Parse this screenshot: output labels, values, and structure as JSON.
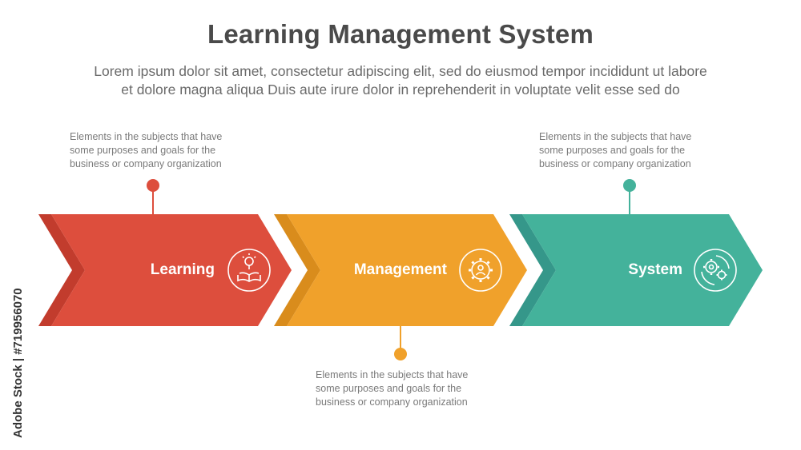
{
  "title": "Learning Management System",
  "subtitle_line1": "Lorem ipsum dolor sit amet, consectetur adipiscing elit, sed do eiusmod tempor incididunt ut labore",
  "subtitle_line2": "et dolore magna aliqua Duis aute irure dolor in reprehenderit in voluptate velit esse sed do",
  "stock_tag": "Adobe Stock | #719956070",
  "steps": [
    {
      "label": "Learning",
      "color": "#dd4e3d",
      "shade": "#c23c2d",
      "icon": "book-lightbulb-icon",
      "note": [
        "Elements in the subjects that have",
        "some purposes and goals for the",
        "business or company organization"
      ]
    },
    {
      "label": "Management",
      "color": "#f0a12b",
      "shade": "#d98c1c",
      "icon": "gear-person-icon",
      "note": [
        "Elements in the subjects that have",
        "some purposes and goals for the",
        "business or company organization"
      ]
    },
    {
      "label": "System",
      "color": "#44b29b",
      "shade": "#35978a",
      "icon": "gears-cycle-icon",
      "note": [
        "Elements in the subjects that have",
        "some purposes and goals for the",
        "business or company organization"
      ]
    }
  ]
}
